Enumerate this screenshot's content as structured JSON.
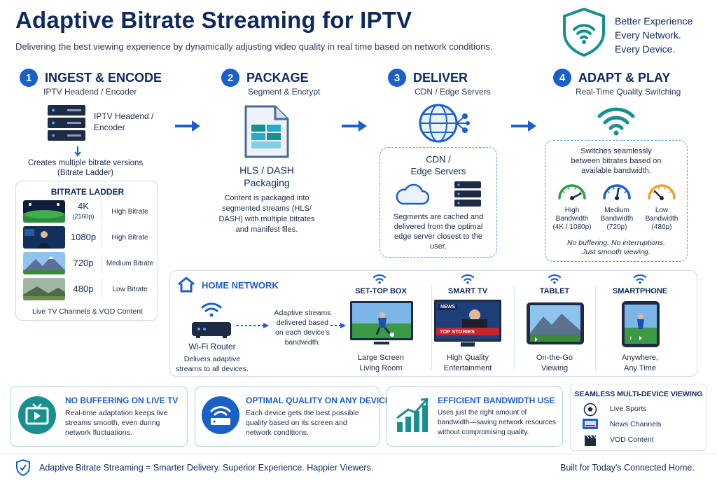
{
  "header": {
    "title": "Adaptive Bitrate Streaming for IPTV",
    "subtitle": "Delivering the best viewing experience by dynamically adjusting video quality in real time based on network conditions.",
    "tagline": [
      "Better Experience",
      "Every Network.",
      "Every Device."
    ]
  },
  "steps": [
    {
      "num": "1",
      "title": "INGEST & ENCODE",
      "sub": "IPTV Headend / Encoder"
    },
    {
      "num": "2",
      "title": "PACKAGE",
      "sub": "Segment & Encrypt"
    },
    {
      "num": "3",
      "title": "DELIVER",
      "sub": "CDN / Edge Servers"
    },
    {
      "num": "4",
      "title": "ADAPT & PLAY",
      "sub": "Real-Time Quality Switching"
    }
  ],
  "ingest": {
    "server_label": [
      "IPTV Headend /",
      "Encoder"
    ],
    "desc": [
      "Creates multiple bitrate versions",
      "(Bitrate Ladder)"
    ]
  },
  "ladder": {
    "title": "BITRATE LADDER",
    "rows": [
      {
        "res": "4K",
        "res_sub": "(2160p)",
        "quality": "High Bitrate"
      },
      {
        "res": "1080p",
        "res_sub": "",
        "quality": "High Bitrate"
      },
      {
        "res": "720p",
        "res_sub": "",
        "quality": "Medium Bitrate"
      },
      {
        "res": "480p",
        "res_sub": "",
        "quality": "Low Bitrate"
      }
    ],
    "footer": "Live TV Channels & VOD Content"
  },
  "package": {
    "label": [
      "HLS / DASH",
      "Packaging"
    ],
    "desc": [
      "Content is packaged into",
      "segmented streams (HLS/",
      "DASH) with multiple bitrates",
      "and manifest files."
    ]
  },
  "deliver": {
    "box_title": [
      "CDN /",
      "Edge Servers"
    ],
    "desc": [
      "Segments are cached and",
      "delivered from the optimal",
      "edge server closest to the",
      "user."
    ]
  },
  "adapt": {
    "desc": [
      "Switches seamlessly",
      "between bitrates based on",
      "available bandwidth."
    ],
    "gauges": [
      {
        "label": [
          "High",
          "Bandwidth",
          "(4K / 1080p)"
        ],
        "color": "#2e9e4a",
        "level": 0.85
      },
      {
        "label": [
          "Medium",
          "Bandwidth",
          "(720p)"
        ],
        "color": "#1b5fc9",
        "level": 0.55
      },
      {
        "label": [
          "Low",
          "Bandwidth",
          "(480p)"
        ],
        "color": "#f0a030",
        "level": 0.25
      }
    ],
    "note": [
      "No buffering. No interruptions.",
      "Just smooth viewing."
    ]
  },
  "home": {
    "title": "HOME NETWORK",
    "router_title": "Wi-Fi Router",
    "router_desc": [
      "Delivers adaptive",
      "streams to all devices."
    ],
    "stream_desc": [
      "Adaptive streams",
      "delivered based",
      "on each device's",
      "bandwidth."
    ],
    "devices": [
      {
        "title": "SET-TOP BOX",
        "sub": [
          "Large Screen",
          "Living Room"
        ]
      },
      {
        "title": "SMART TV",
        "sub": [
          "High Quality",
          "Entertainment"
        ],
        "badge": "NEWS",
        "ticker": "TOP STORIES"
      },
      {
        "title": "TABLET",
        "sub": [
          "On-the-Go",
          "Viewing"
        ]
      },
      {
        "title": "SMARTPHONE",
        "sub": [
          "Anywhere,",
          "Any Time"
        ]
      }
    ]
  },
  "benefits": [
    {
      "title": "NO BUFFERING ON LIVE TV",
      "body": [
        "Real-time adaptation keeps live",
        "streams smooth, even during",
        "network fluctuations."
      ]
    },
    {
      "title": "OPTIMAL QUALITY ON ANY DEVICE",
      "body": [
        "Each device gets the best possible",
        "quality based on its screen and",
        "network conditions."
      ]
    },
    {
      "title": "EFFICIENT BANDWIDTH USE",
      "body": [
        "Uses just the right amount of",
        "bandwidth—saving network resources",
        "without compromising quality."
      ]
    }
  ],
  "multi": {
    "title": "SEAMLESS MULTI-DEVICE VIEWING",
    "items": [
      "Live Sports",
      "News Channels",
      "VOD Content"
    ]
  },
  "footer": {
    "left": "Adaptive Bitrate Streaming = Smarter Delivery. Superior Experience. Happier Viewers.",
    "right": "Built for Today's Connected Home."
  },
  "colors": {
    "accent": "#1b5fc9",
    "navy": "#0e2a5c",
    "teal": "#17908f"
  }
}
